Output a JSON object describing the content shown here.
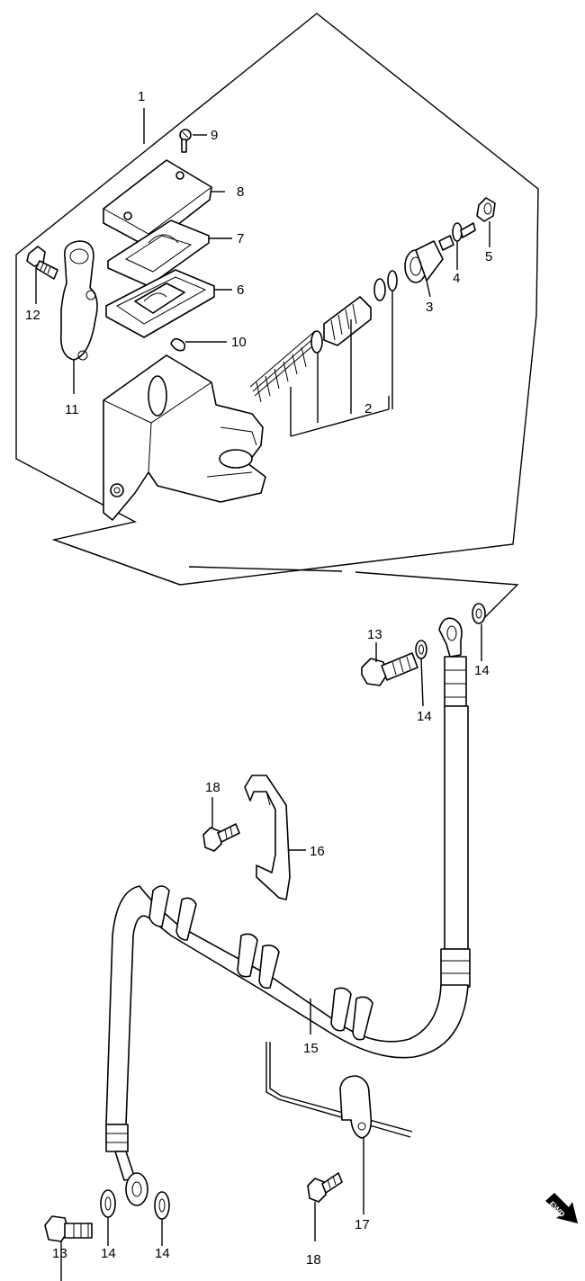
{
  "callouts": {
    "c1": "1",
    "c2": "2",
    "c3": "3",
    "c4": "4",
    "c5": "5",
    "c6": "6",
    "c7": "7",
    "c8": "8",
    "c9": "9",
    "c10": "10",
    "c11": "11",
    "c12": "12",
    "c13a": "13",
    "c13b": "13",
    "c14a": "14",
    "c14b": "14",
    "c14c": "14",
    "c14d": "14",
    "c15": "15",
    "c16": "16",
    "c17": "17",
    "c18a": "18",
    "c18b": "18"
  },
  "fwd_label": "FWD"
}
